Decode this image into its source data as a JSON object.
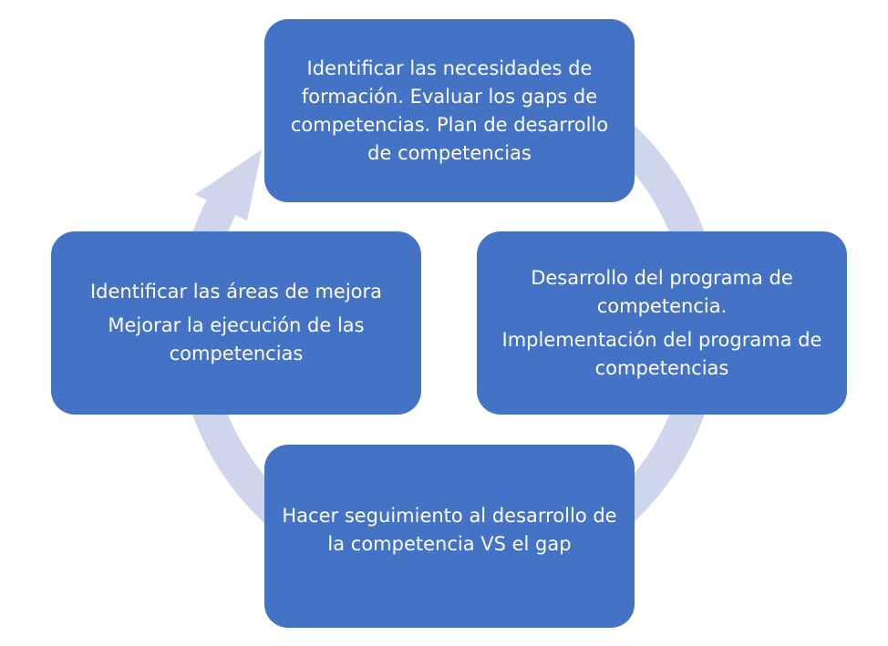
{
  "colors": {
    "box_fill": "#4472C4",
    "box_text": "#FFFFFF",
    "cycle_arrow": "#CFD5EA",
    "background": "#FFFFFF"
  },
  "diagram": {
    "type": "cycle",
    "direction": "clockwise",
    "steps": [
      {
        "position": "top",
        "paragraphs": [
          "Identificar las necesidades de formación. Evaluar los gaps de competencias. Plan de desarrollo de competencias"
        ]
      },
      {
        "position": "right",
        "paragraphs": [
          "Desarrollo del programa de competencia.",
          "Implementación del programa de competencias"
        ]
      },
      {
        "position": "bottom",
        "paragraphs": [
          "Hacer seguimiento al desarrollo de la competencia VS el gap"
        ]
      },
      {
        "position": "left",
        "paragraphs": [
          "Identificar las áreas de mejora",
          "Mejorar la ejecución de las competencias"
        ]
      }
    ]
  }
}
